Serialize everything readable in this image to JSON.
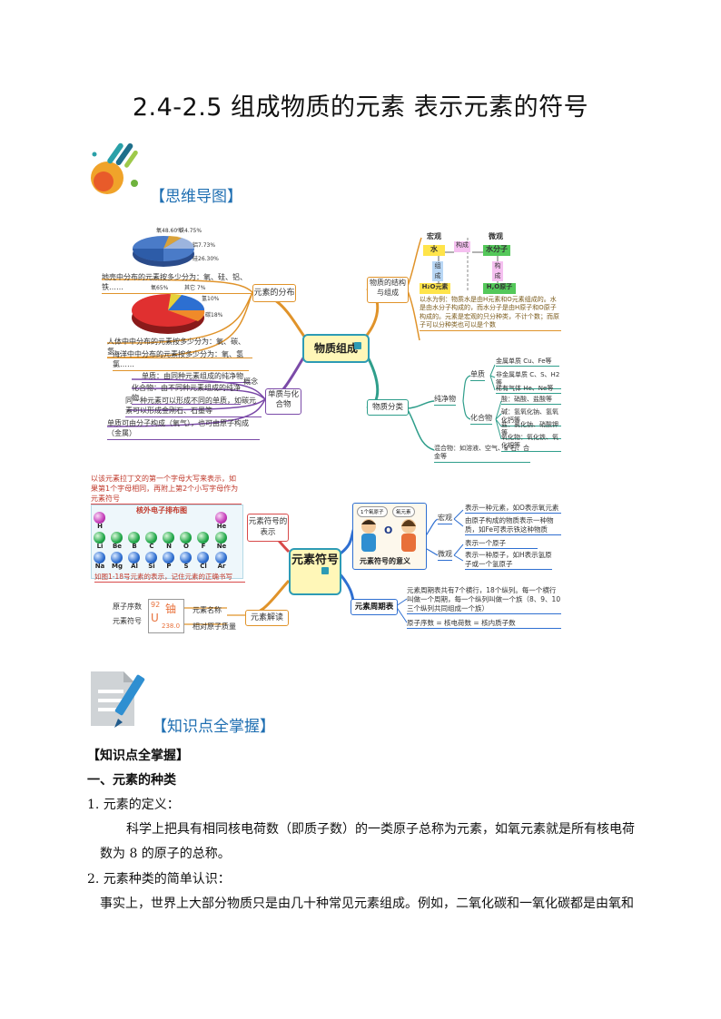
{
  "doc": {
    "title": "2.4-2.5 组成物质的元素 表示元素的符号",
    "mindmap_heading": "【思维导图】",
    "knowledge_heading": "【知识点全掌握】"
  },
  "map1": {
    "center": "物质组成",
    "distribution": {
      "label": "元素的分布",
      "pie1_labels": [
        "氧48.60%",
        "铁4.75%",
        "铝7.73%",
        "硅26.30%"
      ],
      "crust_text": "地壳中分布的元素按多少分为：氧、硅、铝、铁……",
      "pie2_labels": [
        "氧65%",
        "其它 7%",
        "氢10%",
        "碳18%"
      ],
      "human_text": "人体中中分布的元素按多少分为：氧、碳、氢……",
      "sea_text": "海洋中中分布的元素按多少分为：氧、氢氯……"
    },
    "compound": {
      "label": "单质与化合物",
      "concept": "概念",
      "elem": "单质：由同种元素组成的纯净物",
      "comp": "化合物：由不同种元素组成的纯净物",
      "line3": "同一种元素可以形成不同的单质，如碳元素可以形成金刚石、石墨等",
      "line4": "单质可由分子构成（氧气），也可由原子构成（金属）"
    },
    "structure": {
      "label": "物质的结构与组成",
      "macro": "宏观",
      "micro": "微观",
      "water": "水",
      "water_mol": "水分子",
      "made": "构成",
      "compose": "组成",
      "compose2": "构成",
      "h2o_elem": "H₂O元素",
      "h2o_atom": "H,O原子",
      "note": "以水为例：物质水是由H元素和O元素组成的。水是由水分子构成的，而水分子是由H原子和O原子构成的。元素是宏观的只分种类，不计个数；而原子可以分种类也可以是个数"
    },
    "classify": {
      "label": "物质分类",
      "pure": "纯净物",
      "elem": "单质",
      "metal": "金属单质   Cu、Fe等",
      "nonmetal": "非金属单质   C、S、H2等",
      "rare": "稀有气体   He、Ne等",
      "compound": "化合物",
      "acid": "酸：硝酸、盐酸等",
      "base": "碱：氢氧化钠、氢氧化钙等",
      "salt": "盐：氯化钠、硝酸钾等",
      "oxide": "氧化物：氧化铁、氧化铜等",
      "mixture": "混合物：如溶液、空气、矿石、合金等"
    }
  },
  "map2": {
    "center": "元素符号",
    "rep": {
      "label": "元素符号的表示",
      "rule": "以该元素拉丁文的第一个字母大写来表示，如果第1个字母相同，再附上第2个小写字母作为元素符号",
      "table_title": "核外电子排布图",
      "row1": [
        "H",
        "He"
      ],
      "row2": [
        "Li",
        "Be",
        "B",
        "C",
        "N",
        "O",
        "F",
        "Ne"
      ],
      "row3": [
        "Na",
        "Mg",
        "Al",
        "Si",
        "P",
        "S",
        "Cl",
        "Ar"
      ],
      "caption": "如图1-18号元素的表示，记住元素的正确书写"
    },
    "meaning": {
      "label": "元素符号的意义",
      "bubble1": "1个氧原子",
      "bubble2": "氧元素",
      "letter": "O",
      "macro": "宏观",
      "m1": "表示一种元素，如O表示氧元素",
      "m2": "由原子构成的物质表示一种物质，如Fe可表示铁这种物质",
      "micro": "微观",
      "u1": "表示一个原子",
      "u2": "表示一种原子，如H表示氢原子或一个氢原子"
    },
    "table": {
      "label": "元素周期表",
      "t1": "元素周期表共有7个横行，18个纵列。每一个横行叫做一个周期，每一个纵列叫做一个族（8、9、10三个纵列共同组成一个族）",
      "t2": "原子序数 = 核电荷数 = 核内质子数"
    },
    "read": {
      "label": "元素解读",
      "num_label": "原子序数",
      "sym_label": "元素符号",
      "num": "92",
      "name": "铀",
      "sym": "U",
      "mass": "238.0",
      "name_label": "元素名称",
      "mass_label": "相对原子质量"
    }
  },
  "body": {
    "heading": "【知识点全掌握】",
    "sec1": "一、元素的种类",
    "item1": "1.  元素的定义：",
    "para1a": "科学上把具有相同核电荷数（即质子数）的一类原子总称为元素，如氧元素就是所有核电荷",
    "para1b": "数为 8 的原子的总称。",
    "item2": "2.  元素种类的简单认识：",
    "para2": "事实上，世界上大部分物质只是由几十种常见元素组成。例如，二氧化碳和一氧化碳都是由氧和"
  }
}
